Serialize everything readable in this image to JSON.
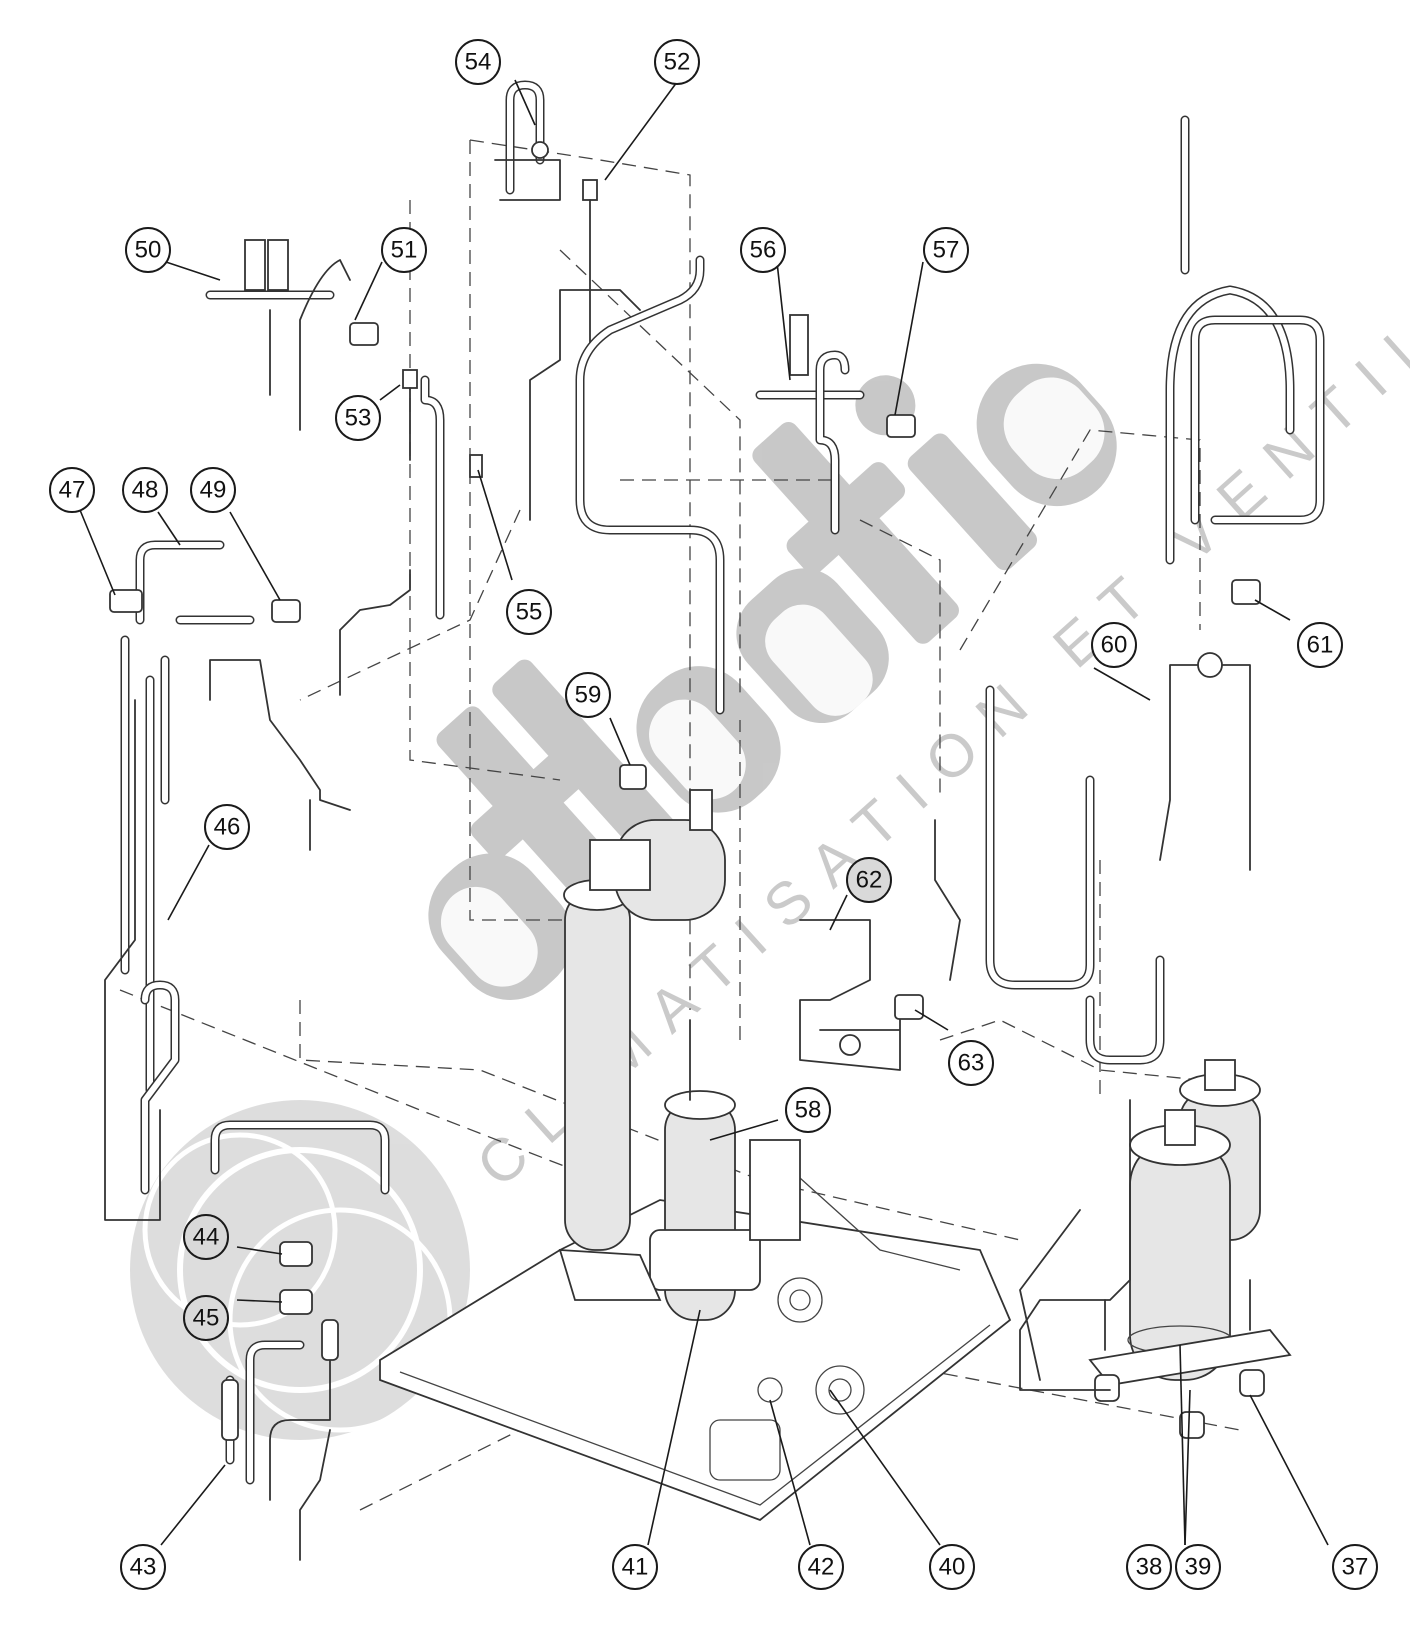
{
  "watermark": {
    "brand": "atlantic",
    "tagline": "CLIMATISATION ET VENTILATION",
    "color": "#9c9c9c"
  },
  "callouts": [
    {
      "id": "37",
      "label": "37"
    },
    {
      "id": "38",
      "label": "38"
    },
    {
      "id": "39",
      "label": "39"
    },
    {
      "id": "40",
      "label": "40"
    },
    {
      "id": "41",
      "label": "41"
    },
    {
      "id": "42",
      "label": "42"
    },
    {
      "id": "43",
      "label": "43"
    },
    {
      "id": "44",
      "label": "44"
    },
    {
      "id": "45",
      "label": "45"
    },
    {
      "id": "46",
      "label": "46"
    },
    {
      "id": "47",
      "label": "47"
    },
    {
      "id": "48",
      "label": "48"
    },
    {
      "id": "49",
      "label": "49"
    },
    {
      "id": "50",
      "label": "50"
    },
    {
      "id": "51",
      "label": "51"
    },
    {
      "id": "52",
      "label": "52"
    },
    {
      "id": "53",
      "label": "53"
    },
    {
      "id": "54",
      "label": "54"
    },
    {
      "id": "55",
      "label": "55"
    },
    {
      "id": "56",
      "label": "56"
    },
    {
      "id": "57",
      "label": "57"
    },
    {
      "id": "58",
      "label": "58"
    },
    {
      "id": "59",
      "label": "59"
    },
    {
      "id": "60",
      "label": "60"
    },
    {
      "id": "61",
      "label": "61"
    },
    {
      "id": "62",
      "label": "62"
    },
    {
      "id": "63",
      "label": "63"
    }
  ]
}
